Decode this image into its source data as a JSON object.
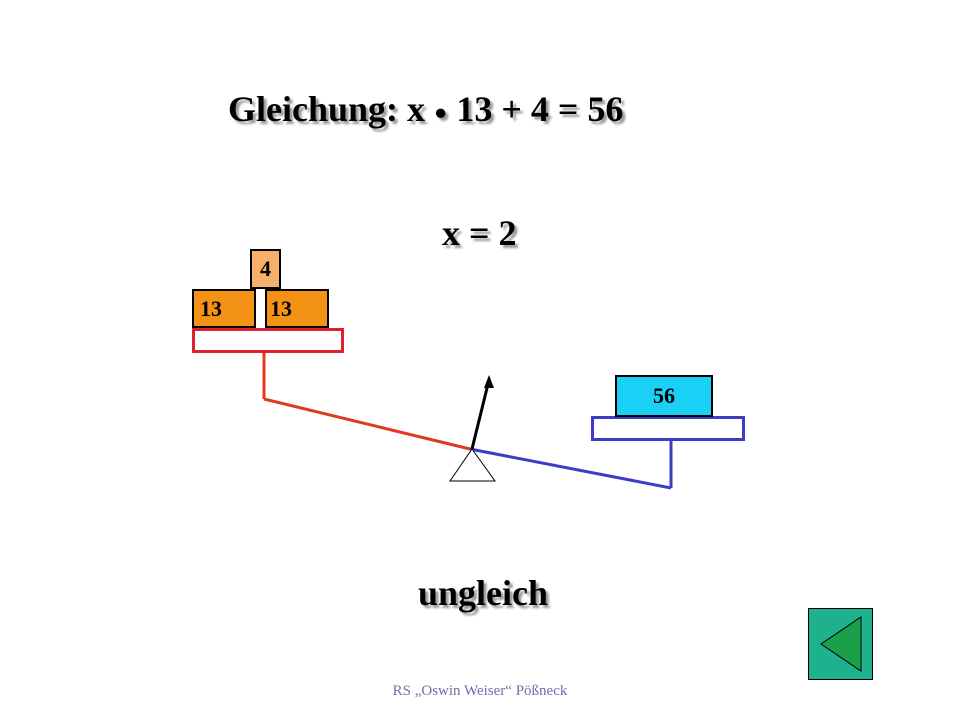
{
  "equation": {
    "label": "Gleichung: x",
    "dot": "●",
    "rest": "13 + 4 = 56"
  },
  "solution": "x = 2",
  "status": "ungleich",
  "left_pan": {
    "weights": [
      "13",
      "13"
    ],
    "constant": "4"
  },
  "right_pan": {
    "value": "56"
  },
  "footer": "RS „Oswin Weiser“ Pößneck",
  "colors": {
    "weight_x": "#f39214",
    "weight_const": "#f6b06a",
    "weight_result": "#1ad0f5",
    "left_arm": "#e03a1e",
    "right_arm": "#3c3cc8",
    "nav_button": "#1fb08d"
  },
  "nav": {
    "back_icon": "triangle-left-icon"
  }
}
